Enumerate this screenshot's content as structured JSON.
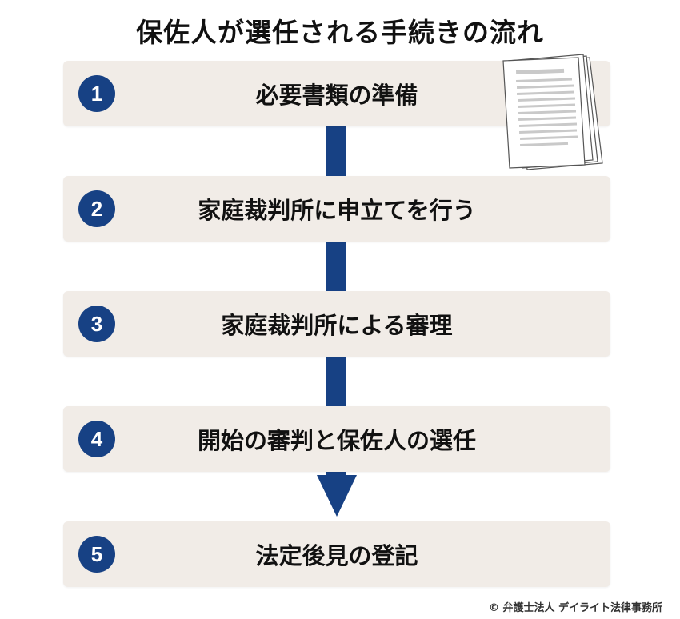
{
  "title": "保佐人が選任される手続きの流れ",
  "steps": [
    {
      "number": "1",
      "label": "必要書類の準備"
    },
    {
      "number": "2",
      "label": "家庭裁判所に申立てを行う"
    },
    {
      "number": "3",
      "label": "家庭裁判所による審理"
    },
    {
      "number": "4",
      "label": "開始の審判と保佐人の選任"
    },
    {
      "number": "5",
      "label": "法定後見の登記"
    }
  ],
  "colors": {
    "accent": "#174184",
    "step_bg": "#f1ece7"
  },
  "icons": {
    "documents": "documents-icon"
  },
  "copyright": "© 弁護士法人 デイライト法律事務所"
}
